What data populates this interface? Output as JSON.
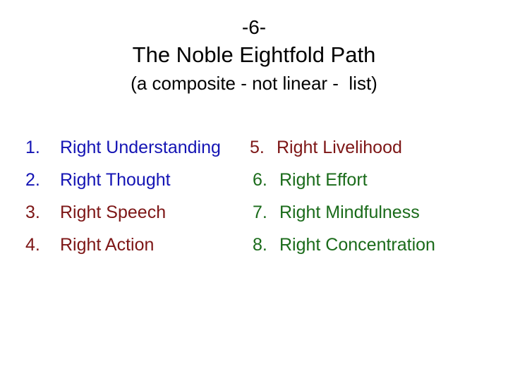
{
  "slide": {
    "number_label": "-6-",
    "title": "The Noble Eightfold Path",
    "subtitle": "(a composite - not linear -  list)",
    "background_color": "#ffffff",
    "title_color": "#000000"
  },
  "colors": {
    "blue": "#1414b4",
    "red": "#7d1616",
    "green": "#1a6b1a"
  },
  "list": {
    "left_column": [
      {
        "number": "1.",
        "label": "Right Understanding",
        "color": "blue"
      },
      {
        "number": "2.",
        "label": "Right Thought",
        "color": "blue"
      },
      {
        "number": "3.",
        "label": "Right Speech",
        "color": "red"
      },
      {
        "number": "4.",
        "label": "Right Action",
        "color": "red"
      }
    ],
    "right_column": [
      {
        "number": "5.",
        "label": "Right Livelihood",
        "color": "red"
      },
      {
        "number": "6.",
        "label": "Right Effort",
        "color": "green"
      },
      {
        "number": "7.",
        "label": "Right Mindfulness",
        "color": "green"
      },
      {
        "number": "8.",
        "label": "Right Concentration",
        "color": "green"
      }
    ]
  }
}
